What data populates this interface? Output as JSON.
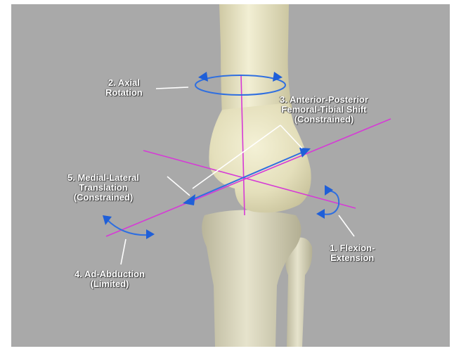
{
  "labels": {
    "axial": [
      "2. Axial",
      "Rotation"
    ],
    "ap_shift": [
      "3. Anterior-Posterior",
      "Femoral-Tibial Shift",
      "(Constrained)"
    ],
    "ml_translation": [
      "5. Medial-Lateral",
      "Translation",
      "(Constrained)"
    ],
    "flexion": [
      "1. Flexion-",
      "Extension"
    ],
    "ad_abduction": [
      "4. Ad-Abduction",
      "(Limited)"
    ]
  },
  "colors": {
    "background": "#a9a9a9",
    "bone": "#e9e5c4",
    "axis_line": "#d63ad6",
    "motion_arrow": "#2f6fe0",
    "label_text": "#ffffff"
  }
}
